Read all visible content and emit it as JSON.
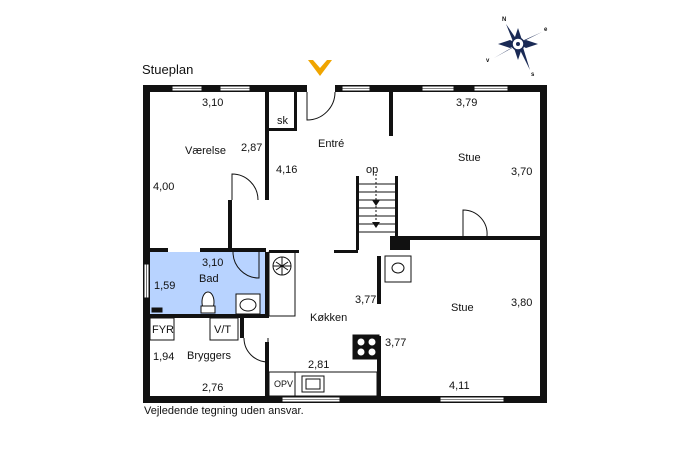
{
  "title": "Stueplan",
  "disclaimer": "Vejledende tegning uden ansvar.",
  "compass": {
    "n": "N",
    "e": "e",
    "s": "s",
    "v": "v"
  },
  "rooms": {
    "vaerelse": "Værelse",
    "sk": "sk",
    "entre": "Entré",
    "stue_top": "Stue",
    "op": "op",
    "bad": "Bad",
    "fyr": "FYR",
    "vt": "V/T",
    "bryggers": "Bryggers",
    "koekken": "Køkken",
    "opv": "OPV",
    "stue_bottom": "Stue"
  },
  "dimensions": {
    "vaerelse_width": "3,10",
    "vaerelse_depth": "4,00",
    "sk_depth": "2,87",
    "entre_depth": "4,16",
    "stue_top_width": "3,79",
    "stue_top_depth": "3,70",
    "bad_width": "3,10",
    "bad_depth": "1,59",
    "bryggers_depth": "1,94",
    "bryggers_width": "2,76",
    "koekken_width": "2,81",
    "koekken_depth_left": "3,77",
    "koekken_depth_right": "3,77",
    "stue_bottom_depth": "3,80",
    "stue_bottom_width": "4,11"
  },
  "colors": {
    "wall": "#111111",
    "bath_fill": "#b8d3ff",
    "entrance_marker": "#f0a500",
    "compass": "#1a2a55"
  }
}
